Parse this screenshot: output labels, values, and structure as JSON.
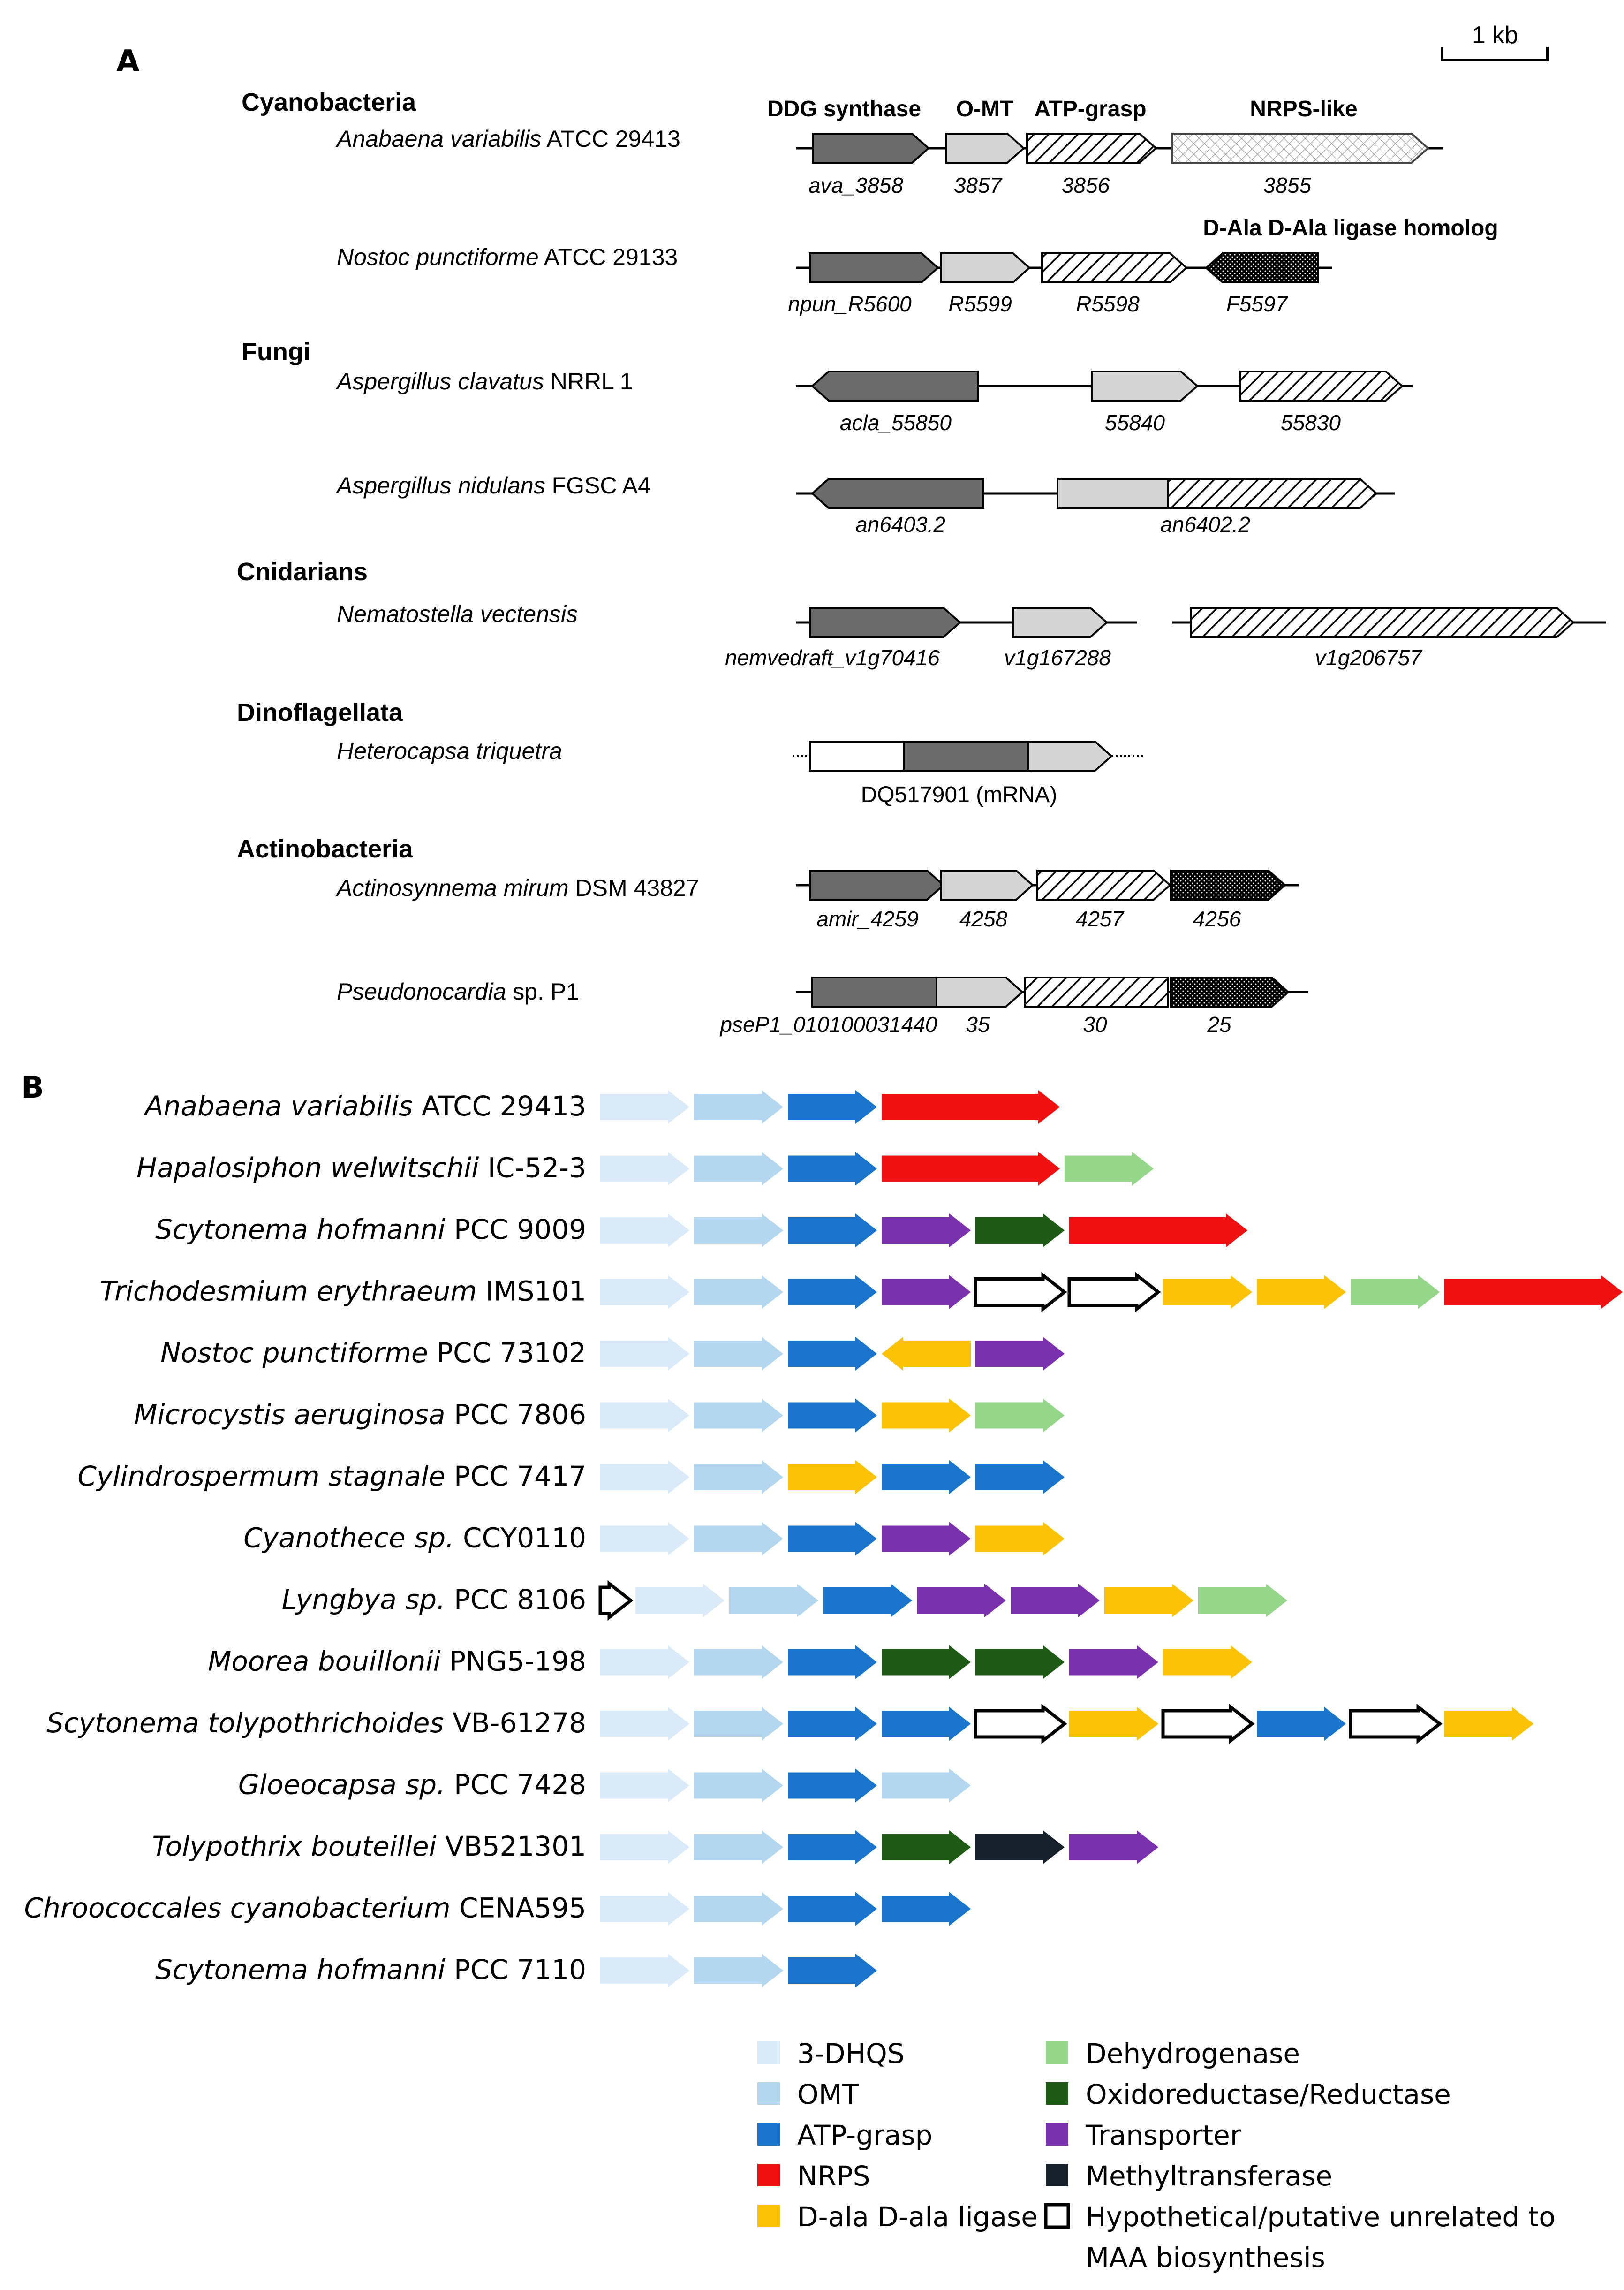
{
  "colors": {
    "dark": "#6b6b6b",
    "light": "#d5d5d5",
    "dhqs": "#dbeaf8",
    "omt": "#b4d6ef",
    "atp": "#1b74cc",
    "nrps": "#ef1111",
    "ligase": "#fcc208",
    "dehydrogenase": "#96d68a",
    "oxidoreductase": "#1f5a16",
    "transporter": "#7a31ad",
    "methyltransferase": "#17212b"
  },
  "panel_a": {
    "label": "A",
    "scale_bar": "1 kb",
    "header_labels": [
      "DDG synthase",
      "O-MT",
      "ATP-grasp",
      "NRPS-like"
    ],
    "ligase_header": "D-Ala D-Ala ligase homolog",
    "groups": [
      {
        "name": "Cyanobacteria"
      },
      {
        "name": "Fungi"
      },
      {
        "name": "Cnidarians"
      },
      {
        "name": "Dinoflagellata"
      },
      {
        "name": "Actinobacteria"
      }
    ],
    "organisms": [
      {
        "italic": "Anabaena variabilis",
        "rest": " ATCC 29413",
        "genes": [
          "ava_3858",
          "3857",
          "3856",
          "3855"
        ]
      },
      {
        "italic": "Nostoc punctiforme",
        "rest": " ATCC 29133",
        "genes": [
          "npun_R5600",
          "R5599",
          "R5598",
          "F5597"
        ]
      },
      {
        "italic": "Aspergillus clavatus",
        "rest": " NRRL 1",
        "genes": [
          "acla_55850",
          "55840",
          "55830"
        ]
      },
      {
        "italic": "Aspergillus nidulans",
        "rest": " FGSC A4",
        "genes": [
          "an6403.2",
          "an6402.2"
        ]
      },
      {
        "italic": "Nematostella vectensis",
        "rest": "",
        "genes": [
          "nemvedraft_v1g70416",
          "v1g167288",
          "v1g206757"
        ]
      },
      {
        "italic": "Heterocapsa triquetra",
        "rest": "",
        "genes": [
          "DQ517901 (mRNA)"
        ]
      },
      {
        "italic": "Actinosynnema mirum",
        "rest": " DSM 43827",
        "genes": [
          "amir_4259",
          "4258",
          "4257",
          "4256"
        ]
      },
      {
        "italic": "Pseudonocardia",
        "rest": " sp. P1",
        "genes": [
          "pseP1_010100031440",
          "35",
          "30",
          "25"
        ]
      }
    ]
  },
  "panel_b": {
    "label": "B",
    "rows": [
      {
        "italic": "Anabaena variabilis",
        "rest": " ATCC 29413",
        "genes": [
          "dhqs",
          "omt",
          "atp",
          "nrps"
        ]
      },
      {
        "italic": "Hapalosiphon welwitschii",
        "rest": " IC-52-3",
        "genes": [
          "dhqs",
          "omt",
          "atp",
          "nrps",
          "dehydrogenase"
        ]
      },
      {
        "italic": "Scytonema hofmanni",
        "rest": " PCC 9009",
        "genes": [
          "dhqs",
          "omt",
          "atp",
          "transporter",
          "oxidoreductase",
          "nrps"
        ]
      },
      {
        "italic": "Trichodesmium erythraeum",
        "rest": " IMS101",
        "genes": [
          "dhqs",
          "omt",
          "atp",
          "transporter",
          "hypothetical",
          "hypothetical",
          "ligase",
          "ligase",
          "dehydrogenase",
          "nrps"
        ]
      },
      {
        "italic": "Nostoc punctiforme",
        "rest": " PCC 73102",
        "genes": [
          "dhqs",
          "omt",
          "atp",
          "ligase-rev",
          "transporter"
        ]
      },
      {
        "italic": "Microcystis aeruginosa",
        "rest": " PCC 7806",
        "genes": [
          "dhqs",
          "omt",
          "atp",
          "ligase",
          "dehydrogenase"
        ]
      },
      {
        "italic": "Cylindrospermum stagnale",
        "rest": " PCC 7417",
        "genes": [
          "dhqs",
          "omt",
          "ligase",
          "atp",
          "atp"
        ]
      },
      {
        "italic": "Cyanothece sp.",
        "rest": " CCY0110",
        "genes": [
          "dhqs",
          "omt",
          "atp",
          "transporter",
          "ligase"
        ]
      },
      {
        "italic": "Lyngbya sp.",
        "rest": " PCC 8106",
        "genes": [
          "hypothetical",
          "dhqs",
          "omt",
          "atp",
          "transporter",
          "transporter",
          "ligase",
          "dehydrogenase"
        ]
      },
      {
        "italic": "Moorea bouillonii",
        "rest": " PNG5-198",
        "genes": [
          "dhqs",
          "omt",
          "atp",
          "oxidoreductase",
          "oxidoreductase",
          "transporter",
          "ligase"
        ]
      },
      {
        "italic": "Scytonema tolypothrichoides",
        "rest": " VB-61278",
        "genes": [
          "dhqs",
          "omt",
          "atp",
          "atp",
          "hypothetical",
          "ligase",
          "hypothetical",
          "atp",
          "hypothetical",
          "ligase"
        ]
      },
      {
        "italic": "Gloeocapsa sp.",
        "rest": " PCC 7428",
        "genes": [
          "dhqs",
          "omt",
          "atp",
          "omt"
        ]
      },
      {
        "italic": "Tolypothrix bouteillei",
        "rest": " VB521301",
        "genes": [
          "dhqs",
          "omt",
          "atp",
          "oxidoreductase",
          "methyltransferase",
          "transporter"
        ]
      },
      {
        "italic": "Chroococcales cyanobacterium",
        "rest": " CENA595",
        "genes": [
          "dhqs",
          "omt",
          "atp",
          "atp"
        ]
      },
      {
        "italic": "Scytonema hofmanni",
        "rest": " PCC 7110",
        "genes": [
          "dhqs",
          "omt",
          "atp"
        ]
      }
    ],
    "legend": [
      {
        "key": "dhqs",
        "label": "3-DHQS"
      },
      {
        "key": "omt",
        "label": "OMT"
      },
      {
        "key": "atp",
        "label": "ATP-grasp"
      },
      {
        "key": "nrps",
        "label": "NRPS"
      },
      {
        "key": "ligase",
        "label": "D-ala D-ala ligase"
      },
      {
        "key": "dehydrogenase",
        "label": "Dehydrogenase"
      },
      {
        "key": "oxidoreductase",
        "label": "Oxidoreductase/Reductase"
      },
      {
        "key": "transporter",
        "label": "Transporter"
      },
      {
        "key": "methyltransferase",
        "label": "Methyltransferase"
      },
      {
        "key": "hypothetical",
        "label": "Hypothetical/putative unrelated to",
        "label2": "MAA biosynthesis"
      }
    ]
  }
}
